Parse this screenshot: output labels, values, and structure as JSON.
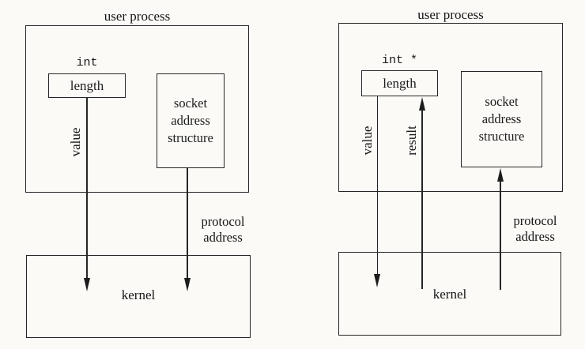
{
  "figure": {
    "background_color": "#fbfaf7",
    "ink_color": "#262626",
    "left_diagram": {
      "title": "user process",
      "int_label": "int",
      "length_label": "length",
      "socket_label": "socket address structure",
      "value_label": "value",
      "protocol_label": "protocol address",
      "kernel_label": "kernel"
    },
    "right_diagram": {
      "title": "user process",
      "int_label": "int *",
      "length_label": "length",
      "socket_label": "socket address structure",
      "value_label": "value",
      "result_label": "result",
      "protocol_label": "protocol address",
      "kernel_label": "kernel"
    }
  }
}
